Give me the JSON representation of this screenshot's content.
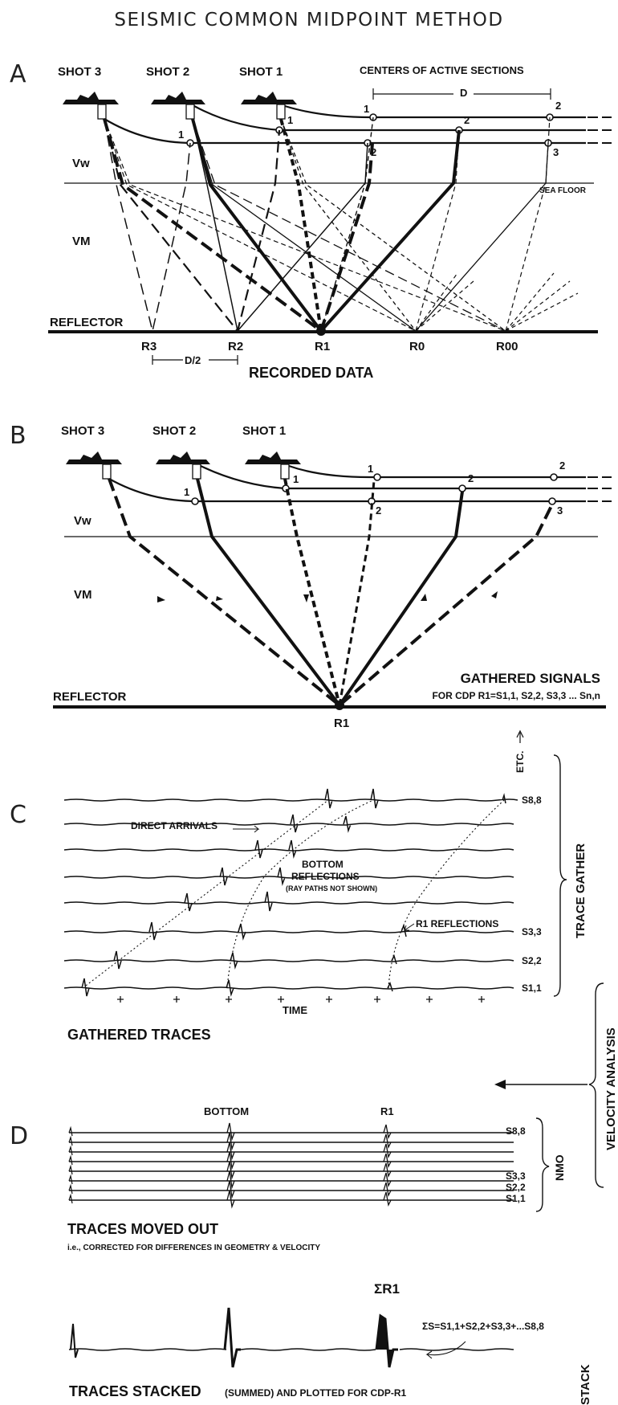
{
  "title": "SEISMIC COMMON MIDPOINT METHOD",
  "panels": {
    "a": {
      "letter": "A",
      "shots": [
        "SHOT 3",
        "SHOT 2",
        "SHOT 1"
      ],
      "centers_label": "CENTERS OF ACTIVE SECTIONS",
      "d_label": "D",
      "half_d_label": "D/2",
      "vw": "Vw",
      "vm": "VM",
      "sea_floor": "SEA FLOOR",
      "reflector": "REFLECTOR",
      "reflection_points": [
        "R3",
        "R2",
        "R1",
        "R0",
        "R00"
      ],
      "streamer_numbers": [
        "1",
        "2",
        "3"
      ],
      "caption": "RECORDED DATA"
    },
    "b": {
      "letter": "B",
      "shots": [
        "SHOT 3",
        "SHOT 2",
        "SHOT 1"
      ],
      "vw": "Vw",
      "vm": "VM",
      "reflector": "REFLECTOR",
      "point": "R1",
      "streamer_numbers": [
        "1",
        "2",
        "3"
      ],
      "gathered_title": "GATHERED SIGNALS",
      "gathered_sub": "FOR CDP R1=S1,1, S2,2, S3,3 ... Sn,n"
    },
    "c": {
      "letter": "C",
      "etc": "ETC.",
      "direct_arrivals": "DIRECT ARRIVALS",
      "bottom_1": "BOTTOM",
      "bottom_2": "REFLECTIONS",
      "bottom_3": "(RAY PATHS NOT SHOWN)",
      "r1_reflections": "R1 REFLECTIONS",
      "trace_gather": "TRACE GATHER",
      "time": "TIME",
      "caption": "GATHERED TRACES",
      "trace_labels": [
        "S8,8",
        "S3,3",
        "S2,2",
        "S1,1"
      ],
      "velocity_analysis": "VELOCITY ANALYSIS"
    },
    "d": {
      "letter": "D",
      "bottom": "BOTTOM",
      "r1": "R1",
      "trace_labels": [
        "S8,8",
        "S3,3",
        "S2,2",
        "S1,1"
      ],
      "nmo": "NMO",
      "caption": "TRACES MOVED OUT",
      "subcaption": "i.e., CORRECTED FOR DIFFERENCES IN GEOMETRY & VELOCITY"
    },
    "e": {
      "sum_label": "ΣR1",
      "formula": "ΣS=S1,1+S2,2+S3,3+...S8,8",
      "stack": "STACK",
      "caption_1": "TRACES STACKED",
      "caption_2": "(SUMMED) AND PLOTTED FOR CDP-R1"
    }
  }
}
